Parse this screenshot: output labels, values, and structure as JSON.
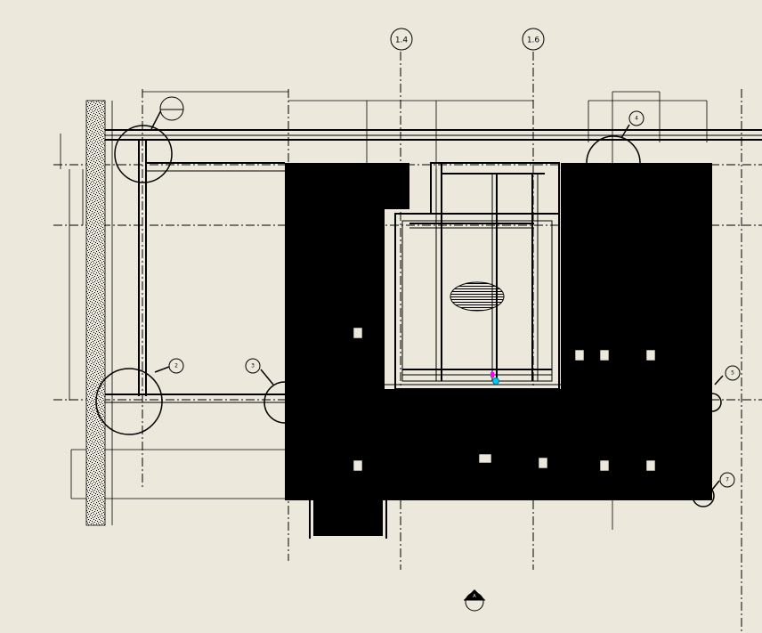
{
  "drawing": {
    "grid_bubbles": [
      "1.4",
      "1.6"
    ],
    "callouts": [
      "2",
      "3",
      "4",
      "5",
      "7"
    ],
    "section_marker": "A",
    "colors": {
      "background": "#ece9dc",
      "ink": "#000000",
      "marker_magenta": "#ff00ff",
      "marker_cyan": "#00c8ff"
    }
  }
}
